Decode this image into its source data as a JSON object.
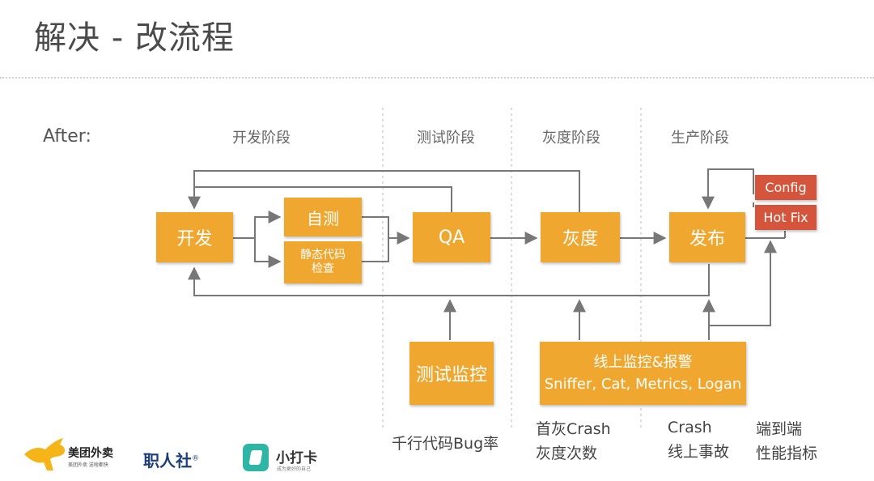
{
  "header": {
    "title": "解决 - 改流程"
  },
  "label_after": "After:",
  "phases": [
    "开发阶段",
    "测试阶段",
    "灰度阶段",
    "生产阶段"
  ],
  "nodes": {
    "develop": "开发",
    "self_test": "自测",
    "static_check_line1": "静态代码",
    "static_check_line2": "检查",
    "qa": "QA",
    "gray": "灰度",
    "release": "发布",
    "config": "Config",
    "hotfix": "Hot Fix",
    "test_monitor": "测试监控",
    "online_monitor_line1": "线上监控&报警",
    "online_monitor_line2": "Sniffer, Cat, Metrics, Logan"
  },
  "metrics": {
    "test": [
      "千行代码Bug率"
    ],
    "gray": [
      "首灰Crash",
      "灰度次数"
    ],
    "prod": [
      "Crash",
      "线上事故"
    ],
    "e2e": [
      "端到端",
      "性能指标"
    ]
  },
  "logos": {
    "meituan_name": "美团外卖",
    "meituan_tagline": "美团外卖 送啥都快",
    "zhirenshe": "职人社",
    "zhirenshe_mark": "®",
    "xiaodaka": "小打卡",
    "xiaodaka_tagline": "成为更好的自己"
  },
  "colors": {
    "box": "#f0a72f",
    "box_alert": "#d4553b",
    "line": "#777777",
    "divider": "#cfcfcf"
  }
}
